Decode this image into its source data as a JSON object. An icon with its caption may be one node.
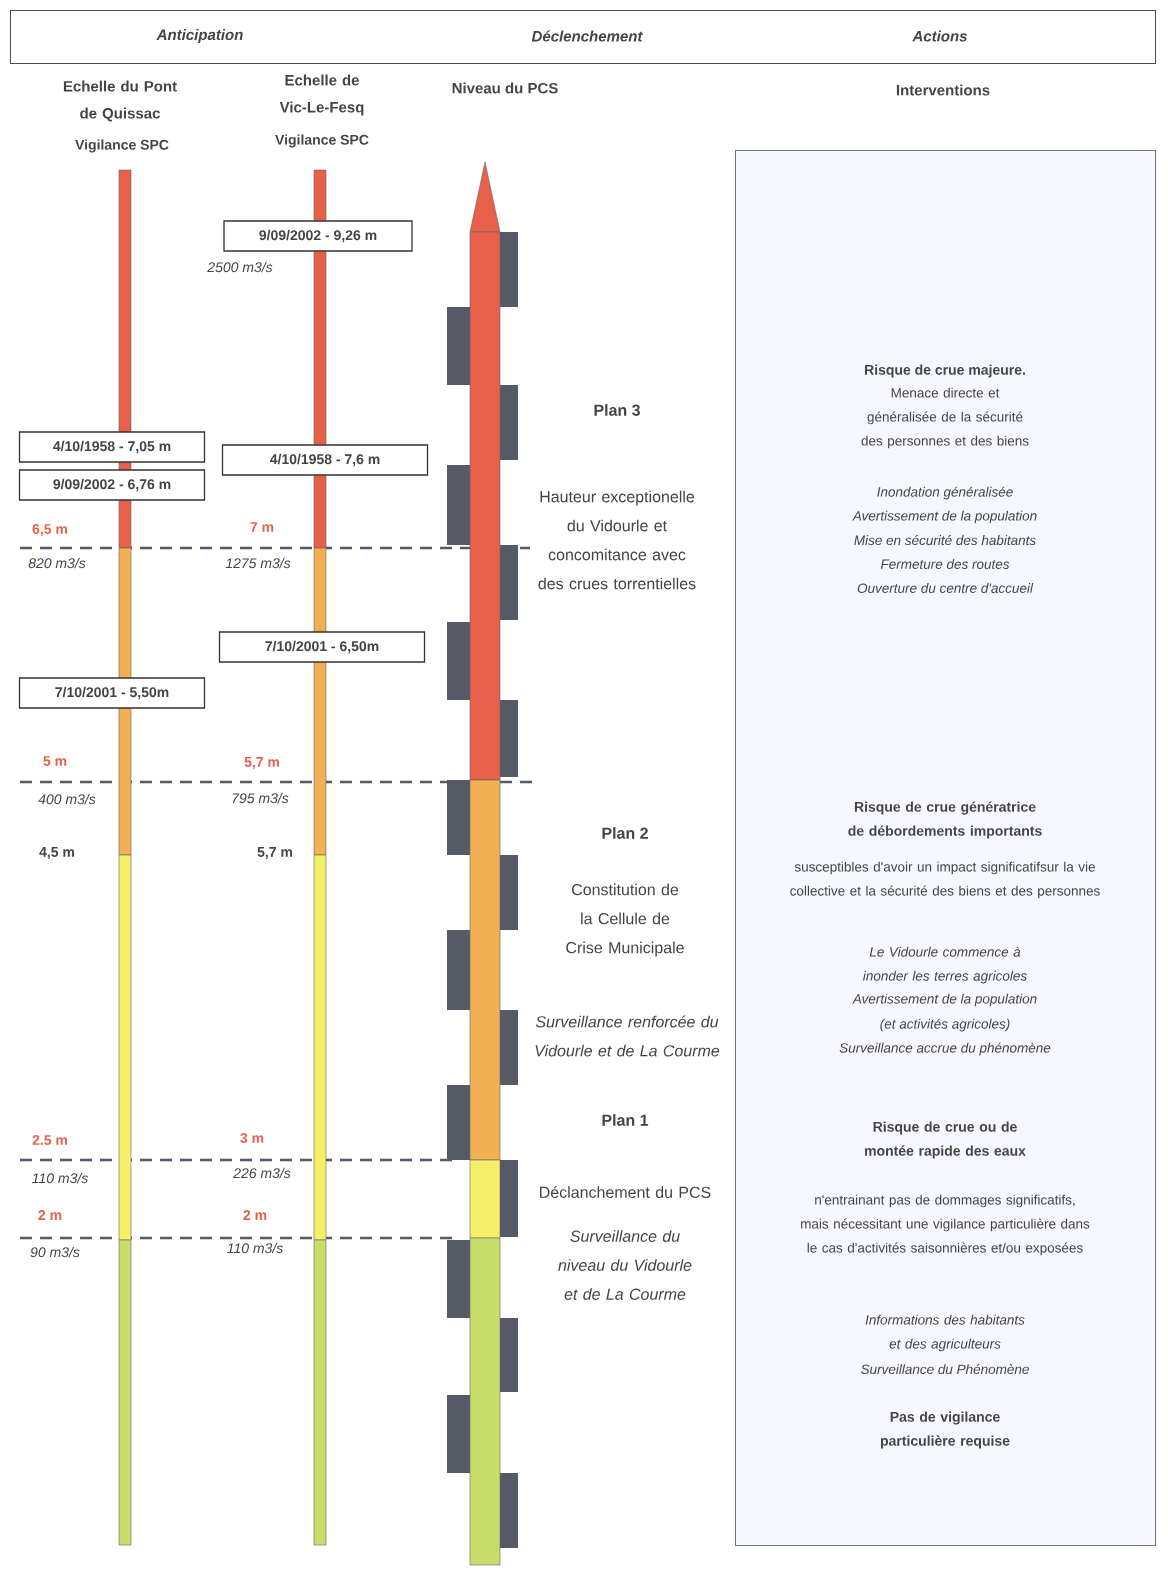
{
  "diagram": {
    "nodes": [
      {
        "text": [
          "Anticipation",
          "Déclenchement",
          "Actions"
        ]
      },
      {
        "text": [
          "9/09/2002 - 9,26 m"
        ]
      },
      {
        "text": [
          "4/10/1958 - 7,05 m"
        ]
      },
      {
        "text": [
          "4/10/1958 - 7,6 m"
        ]
      },
      {
        "text": [
          "9/09/2002 - 6,76 m"
        ]
      },
      {
        "text": [
          "7/10/2001 - 6,50m"
        ]
      },
      {
        "text": [
          "7/10/2001 - 5,50m"
        ]
      },
      {
        "text": [
          "Risque de crue majeure.",
          "Menace directe et généralisée de la sécurité des personnes et des biens",
          "Inondation généralisée",
          "Avertissement de la population",
          "Mise en sécurité des habitants",
          "Fermeture des routes",
          "Ouverture du centre d'accueil",
          "Risque de crue génératrice de débordements importants",
          "susceptibles d'avoir un impact significatifsur la vie collective et la sécurité des biens et des personnes",
          "Le Vidourle commence à inonder les terres agricoles",
          "Avertissement de la population",
          "(et activités agricoles)",
          "Surveillance accrue du phénomène",
          "Risque de crue ou de montée rapide des eaux",
          "n'entrainant pas de dommages significatifs, mais nécessitant une vigilance particulière dans le cas d'activités saisonnières et/ou exposées",
          "Informations des habitants et des agriculteurs",
          "Surveillance du Phénomène",
          "Pas de vigilance particulière requise"
        ]
      }
    ],
    "labels": [
      "Echelle du Pont de Quissac",
      "Vigilance SPC",
      "Echelle de Vic-Le-Fesq",
      "Vigilance SPC",
      "Niveau du PCS",
      "Interventions",
      "2500 m3/s",
      "Plan 3",
      "Hauteur exceptionelle du Vidourle et concomitance avec des crues torrentielles",
      "6,5 m",
      "7 m",
      "820 m3/s",
      "1275 m3/s",
      "5 m",
      "5,7 m",
      "400 m3/s",
      "795 m3/s",
      "Plan 2",
      "4,5 m",
      "5,7 m",
      "Constitution de la Cellule de Crise Municipale",
      "Surveillance renforcée du Vidourle et de La Courme",
      "Plan 1",
      "2.5 m",
      "3 m",
      "110 m3/s",
      "226 m3/s",
      "Déclanchement du PCS",
      "2 m",
      "2 m",
      "Surveillance du niveau du Vidourle et de La Courme",
      "90 m3/s",
      "110 m3/s"
    ]
  }
}
